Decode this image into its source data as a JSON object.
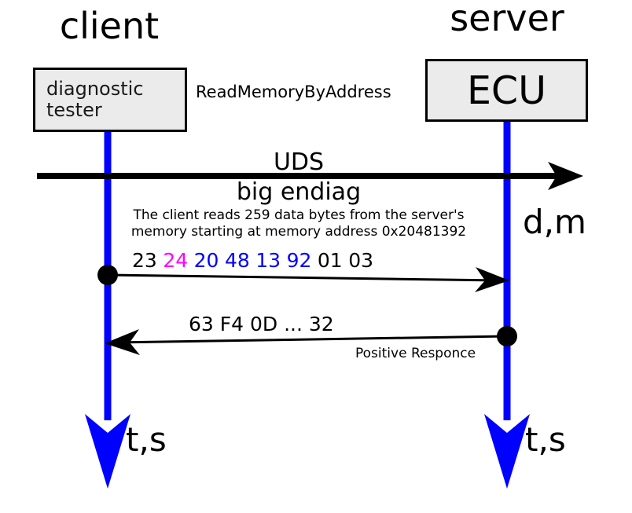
{
  "diagram": {
    "type": "uml-sequence-diagram",
    "colors": {
      "lifeline": "#0000FF",
      "box_fill": "#EBEBEB",
      "box_stroke": "#000000",
      "axis": "#000000",
      "byte_black": "#000000",
      "byte_magenta": "#FF00FF",
      "byte_blue": "#0000FF"
    },
    "client": {
      "title": "client",
      "box_label": "diagnostic\ntester",
      "lifeline_unit": "t,s"
    },
    "server": {
      "title": "server",
      "box_label": "ECU",
      "lifeline_unit": "t,s"
    },
    "service_label": "ReadMemoryByAddress",
    "axis": {
      "protocol": "UDS",
      "endianness": "big endiag",
      "unit": "d,m"
    },
    "note": "The client reads 259 data bytes from the server's\nmemory starting at memory address 0x20481392",
    "request": {
      "bytes": [
        {
          "value": "23",
          "color": "#000000"
        },
        {
          "value": "24",
          "color": "#FF00FF"
        },
        {
          "value": "20",
          "color": "#0000FF"
        },
        {
          "value": "48",
          "color": "#0000FF"
        },
        {
          "value": "13",
          "color": "#0000FF"
        },
        {
          "value": "92",
          "color": "#0000FF"
        },
        {
          "value": "01",
          "color": "#000000"
        },
        {
          "value": "03",
          "color": "#000000"
        }
      ]
    },
    "response": {
      "bytes_label": "63 F4 0D ... 32",
      "kind": "Positive Responce"
    }
  }
}
